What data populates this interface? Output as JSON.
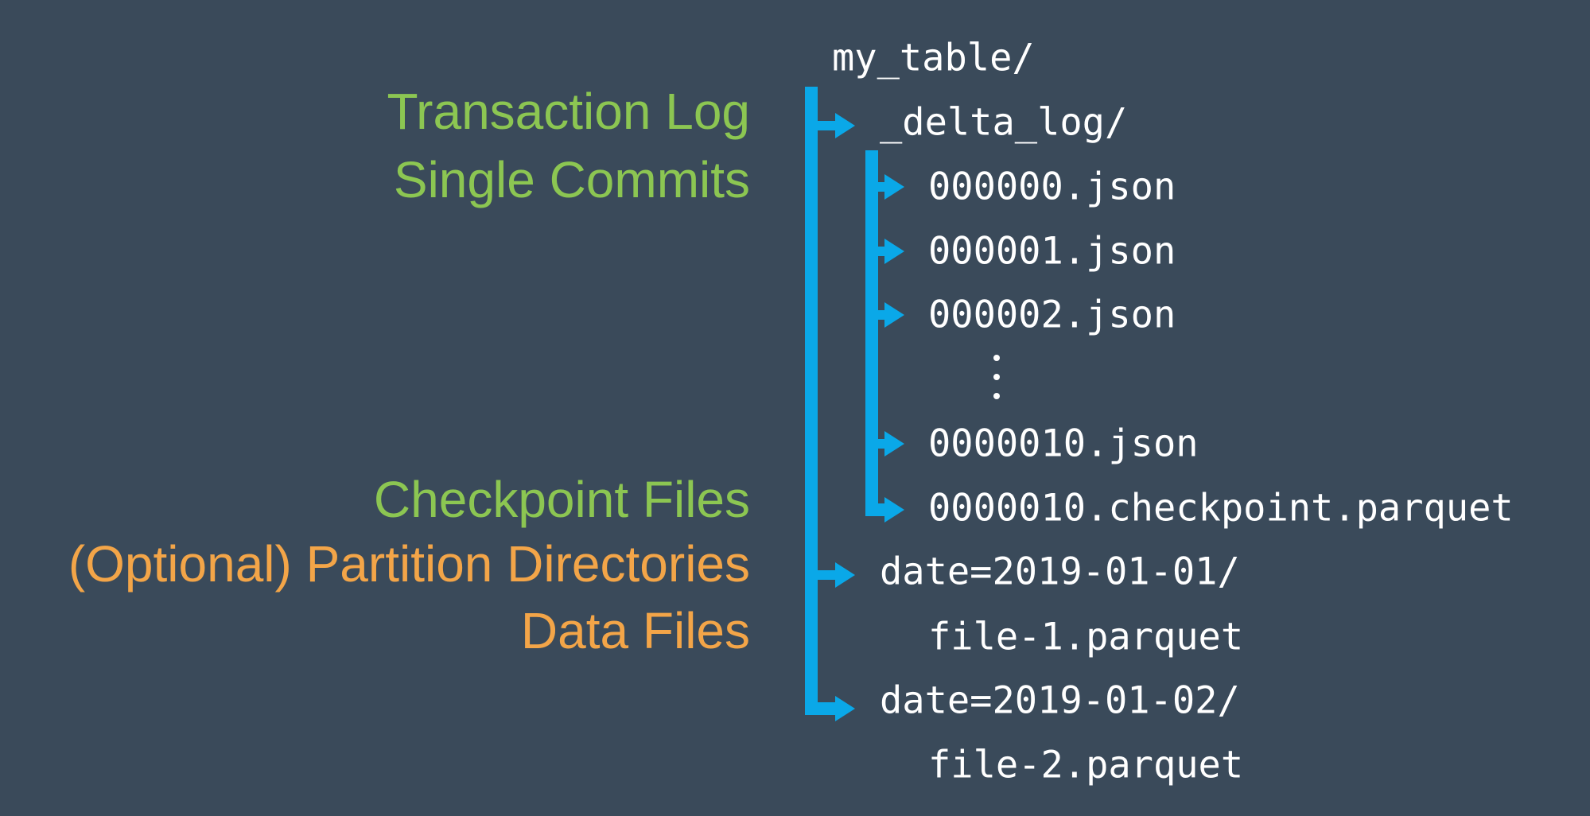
{
  "labels": {
    "transaction_log": "Transaction Log",
    "single_commits": "Single Commits",
    "checkpoint_files": "Checkpoint Files",
    "partition_directories": "(Optional) Partition Directories",
    "data_files": "Data Files"
  },
  "tree": {
    "root": "my_table/",
    "delta_log": "_delta_log/",
    "commit_0": "000000.json",
    "commit_1": "000001.json",
    "commit_2": "000002.json",
    "commit_10": "0000010.json",
    "checkpoint": "0000010.checkpoint.parquet",
    "partition_1": "date=2019-01-01/",
    "file_1": "file-1.parquet",
    "partition_2": "date=2019-01-02/",
    "file_2": "file-2.parquet"
  },
  "colors": {
    "background": "#3a4a5a",
    "arrow": "#0aa8e8",
    "green_label": "#8cc652",
    "orange_label": "#f3a548",
    "text": "#ffffff"
  }
}
